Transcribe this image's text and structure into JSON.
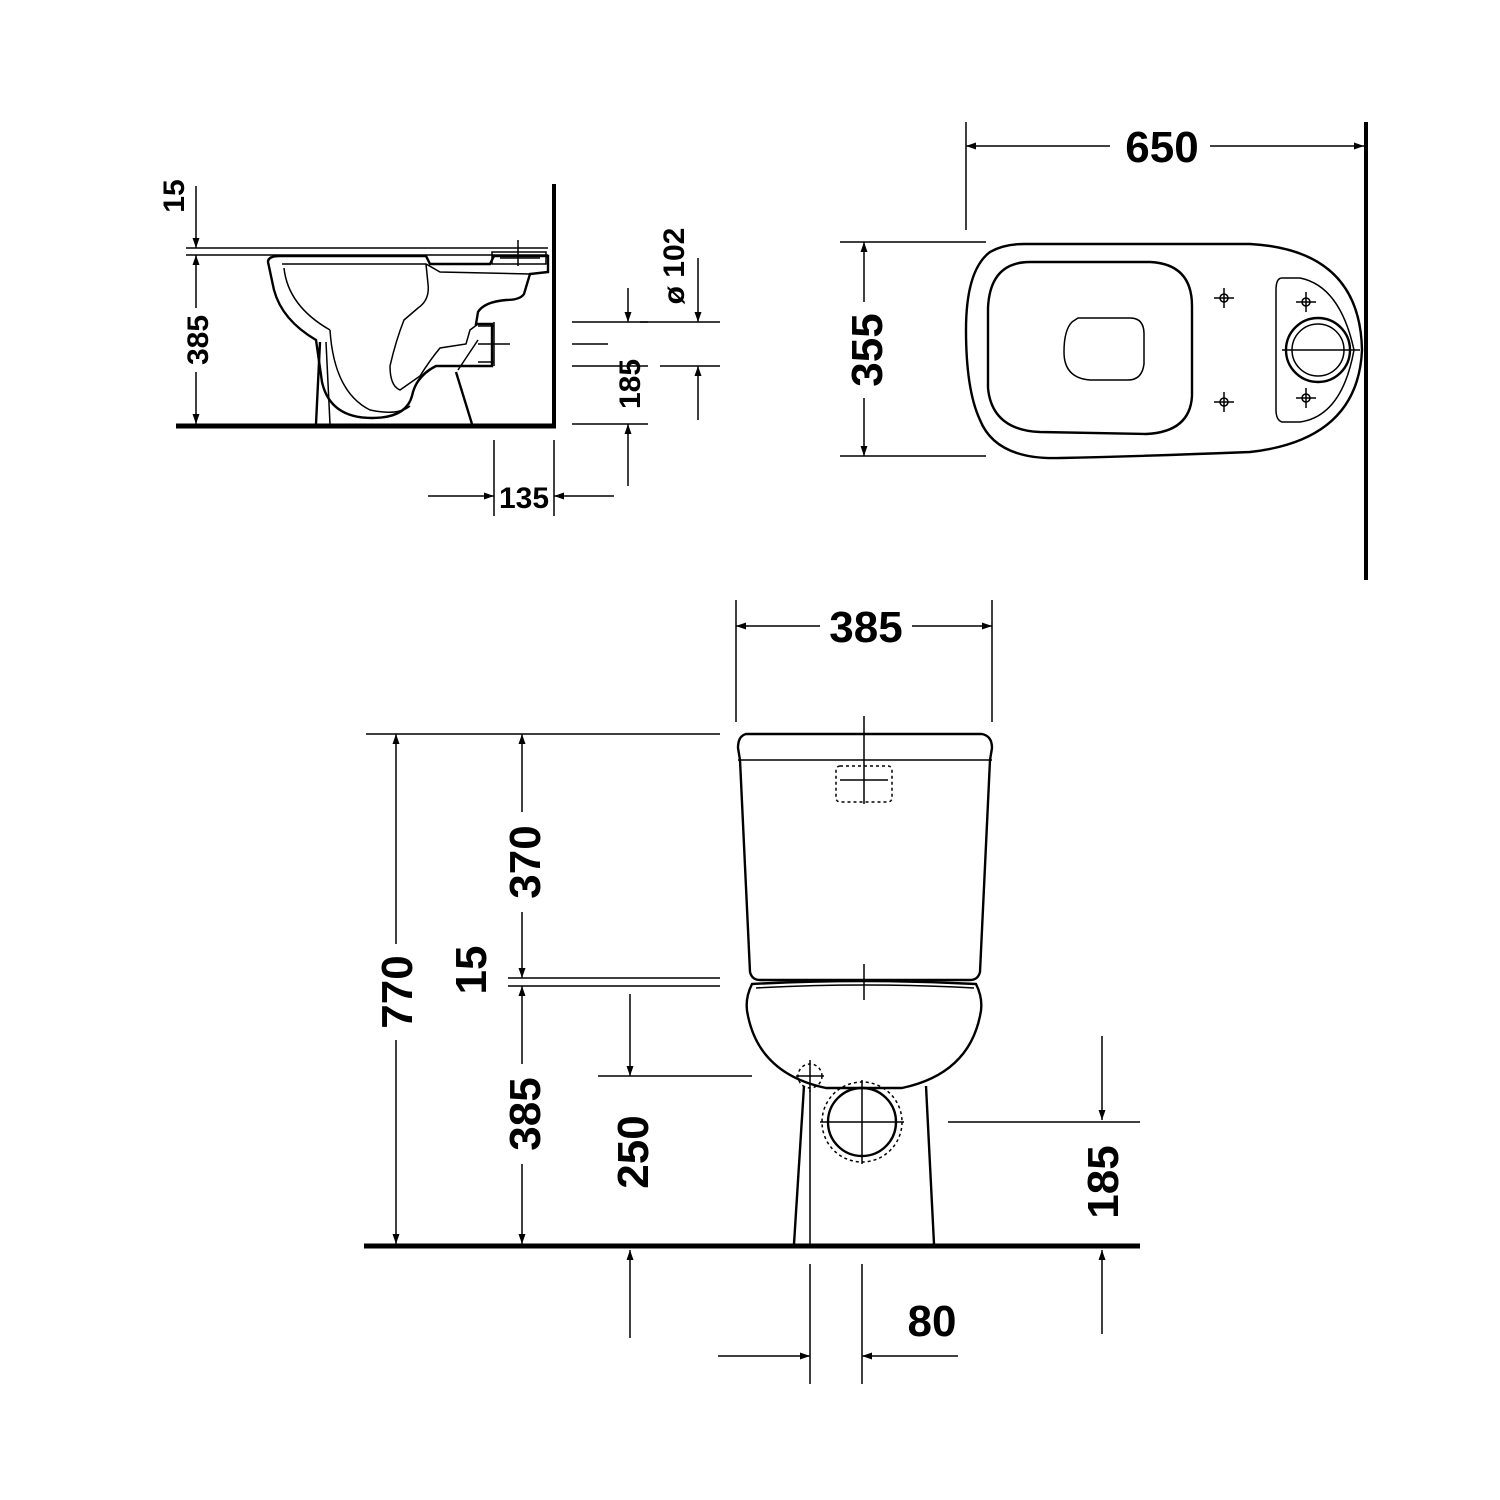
{
  "dimensions": {
    "side_view": {
      "seat_thickness": "15",
      "seat_height": "385",
      "outlet_diameter": "ø 102",
      "outlet_height": "185",
      "outlet_offset": "135"
    },
    "top_view": {
      "depth": "650",
      "width": "355"
    },
    "front_view": {
      "width": "385",
      "total_height": "770",
      "cistern_height": "370",
      "gap": "15",
      "bowl_height": "385",
      "inlet_height": "250",
      "outlet_height": "185",
      "outlet_offset": "80"
    }
  }
}
